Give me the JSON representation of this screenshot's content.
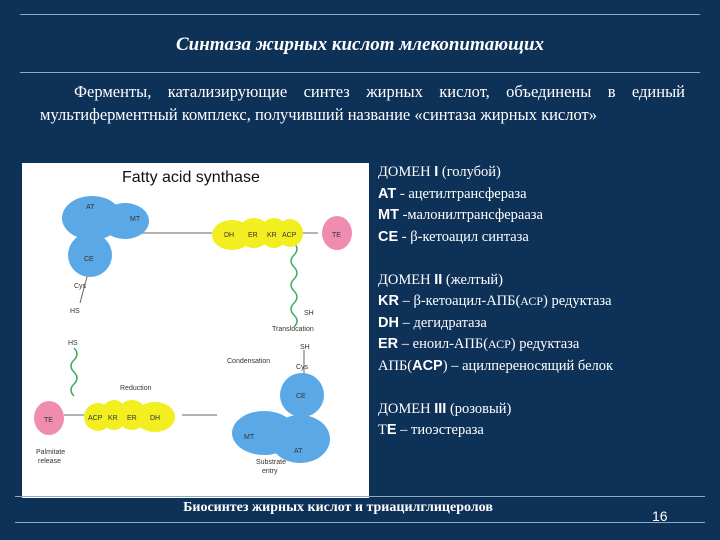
{
  "slide": {
    "title": "Синтаза жирных кислот млекопитающих",
    "intro": "Ферменты, катализирующие  синтез жирных кислот, объединены в единый мультиферментный комплекс, получивший название «синтаза жирных кислот»",
    "footer": "Биосинтез жирных кислот  и триацилглицеролов",
    "page_number": "16"
  },
  "figure": {
    "title": "Fatty acid synthase",
    "labels": {
      "at_top": "AT",
      "mt_top": "MT",
      "ce_top": "CE",
      "cys_top": "Cys",
      "hs_top": "HS",
      "dh_top": "DH",
      "er_top": "ER",
      "kr_top": "KR",
      "acp_top": "ACP",
      "te_top": "TE",
      "sh_top": "SH",
      "translocation": "Translocation",
      "hs_bottom": "HS",
      "reduction": "Reduction",
      "acp_bottom": "ACP",
      "kr_bottom": "KR",
      "er_bottom": "ER",
      "dh_bottom": "DH",
      "te_bottom": "TE",
      "palmitate_release": [
        "Palmitate",
        "release"
      ],
      "sh_bottom": "SH",
      "cys_bottom": "Cys",
      "condensation": "Condensation",
      "ce_bottom": "CE",
      "mt_bottom": "MT",
      "at_bottom": "AT",
      "substrate_entry": [
        "Substrate",
        "entry"
      ]
    },
    "colors": {
      "domain1": "#5aa9e6",
      "domain2": "#f2ee1f",
      "domain3": "#f08cb0",
      "linker": "#9a9a9a",
      "hinge": "#3faa5e"
    }
  },
  "legend": {
    "domain1_heading": [
      "ДОМЕН ",
      "I",
      " (голубой)"
    ],
    "at": [
      "AT",
      "  - ацетилтрансфераза"
    ],
    "mt": [
      "MT",
      "  -малонилтрансфераaза"
    ],
    "ce": [
      "CE",
      "  - β-кетоацил синтаза"
    ],
    "domain2_heading": [
      "ДОМЕН ",
      "II",
      " (желтый)"
    ],
    "kr": [
      "KR",
      " – β-кетоацил-АПБ(",
      "АСР",
      ") редуктаза"
    ],
    "dh": [
      "DH",
      " – дегидратаза"
    ],
    "er": [
      "ER",
      " – еноил-АПБ(",
      "АСР",
      ") редуктаза"
    ],
    "acp": [
      "АПБ(",
      "ACP",
      ") – ацилпереносящий белок"
    ],
    "domain3_heading": [
      "ДОМЕН ",
      "III",
      " (розовый)"
    ],
    "te": [
      "Т",
      "Е",
      " – тиоэстераза"
    ]
  }
}
